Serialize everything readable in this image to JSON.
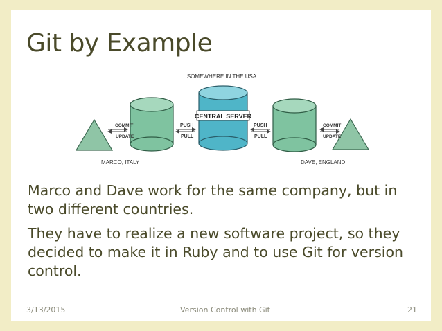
{
  "slide": {
    "title": "Git by Example",
    "diagram": {
      "top_label": "SOMEWHERE IN THE USA",
      "server_label": "CENTRAL SERVER",
      "left_person": "MARCO, ITALY",
      "right_person": "DAVE, ENGLAND",
      "commit": "COMMIT",
      "update": "UPDATE",
      "push": "PUSH",
      "pull": "PULL"
    },
    "paragraphs": [
      "Marco and Dave work for the same company, but in two different countries.",
      "They have to realize a new software project, so they decided to make it in Ruby and to use Git for version control."
    ],
    "footer": {
      "date": "3/13/2015",
      "center": "Version Control with Git",
      "page": "21"
    }
  }
}
